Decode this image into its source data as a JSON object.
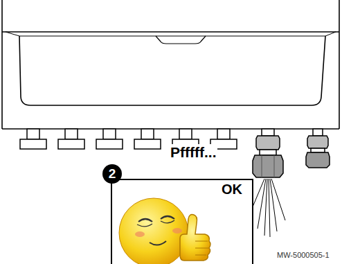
{
  "diagram": {
    "nodes": [
      {
        "text": [
          "OK"
        ]
      }
    ],
    "labels": [
      "2",
      "Pfffff...",
      "MW-5000505-1"
    ]
  }
}
